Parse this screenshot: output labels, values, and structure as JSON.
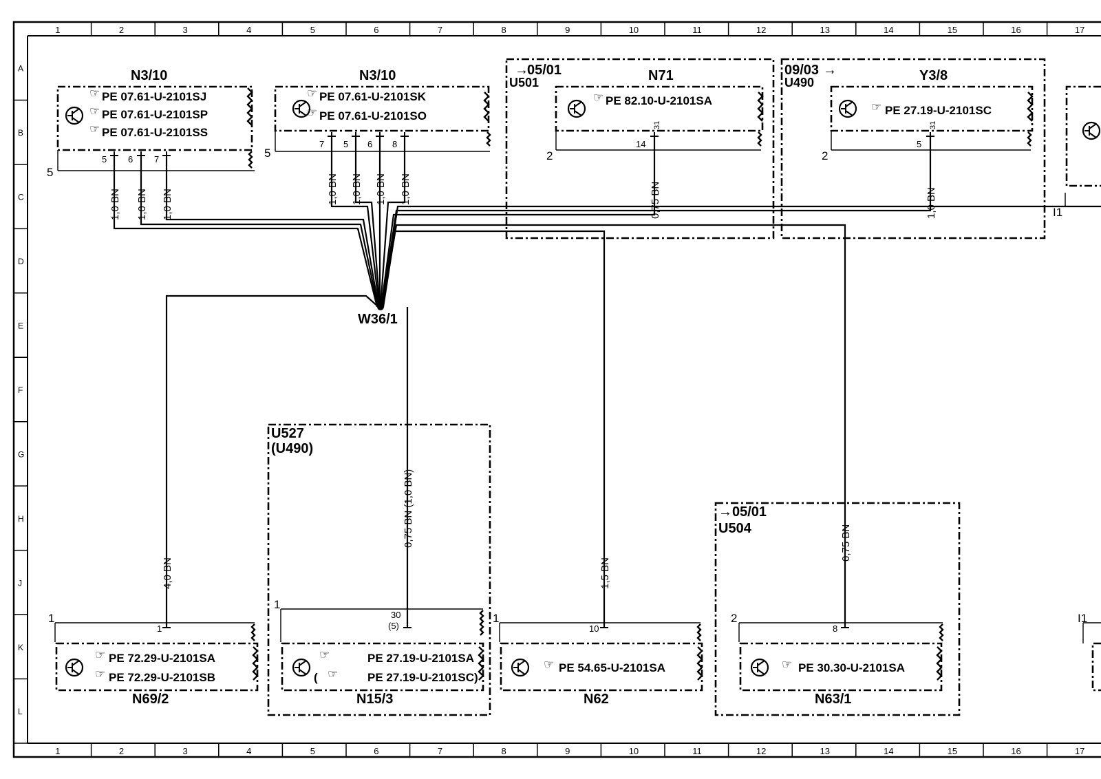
{
  "grid": {
    "cols": [
      "1",
      "2",
      "3",
      "4",
      "5",
      "6",
      "7",
      "8",
      "9",
      "10",
      "11",
      "12",
      "13",
      "14",
      "15",
      "16",
      "17"
    ],
    "rows": [
      "A",
      "B",
      "C",
      "D",
      "E",
      "F",
      "G",
      "H",
      "J",
      "K",
      "L"
    ]
  },
  "splice": "W36/1",
  "top_components": [
    {
      "name": "N3/10",
      "pe": [
        "PE  07.61-U-2101SJ",
        "PE  07.61-U-2101SP",
        "PE  07.61-U-2101SS"
      ],
      "ground": "5",
      "pins": [
        "5",
        "6",
        "7"
      ],
      "wires": [
        "1,0  BN",
        "1,0  BN",
        "1,0  BN"
      ]
    },
    {
      "name": "N3/10",
      "pe": [
        "PE  07.61-U-2101SK",
        "PE  07.61-U-2101SO"
      ],
      "ground": "5",
      "pins": [
        "7",
        "5",
        "6",
        "8"
      ],
      "wires": [
        "1,0  BN",
        "1,0  BN",
        "1,0  BN",
        "1,0  BN"
      ]
    },
    {
      "name": "N71",
      "ref": "05/01",
      "code": "U501",
      "pe": [
        "PE  82.10-U-2101SA"
      ],
      "ground": "2",
      "pin": "14",
      "pin_side": "31",
      "wire": "0,75  BN"
    },
    {
      "name": "Y3/8",
      "ref": "09/03",
      "code": "U490",
      "pe": [
        "PE  27.19-U-2101SC"
      ],
      "ground": "2",
      "pin": "5",
      "pin_side": "31",
      "wire": "1,0  BN"
    }
  ],
  "right_edge_label": "I1",
  "bottom_components": [
    {
      "name": "N69/2",
      "pe": [
        "PE  72.29-U-2101SA",
        "PE  72.29-U-2101SB"
      ],
      "ground": "1",
      "pin": "1",
      "wire": "4,0  BN"
    },
    {
      "name": "N15/3",
      "code": "U527",
      "code2": "(U490)",
      "pe": [
        "PE  27.19-U-2101SA",
        "PE  27.19-U-2101SC)"
      ],
      "pe_prefix2": "(",
      "ground": "1",
      "pin": "30",
      "pin2": "(5)",
      "wire": "0,75  BN  (1,0  BN)"
    },
    {
      "name": "N62",
      "pe": [
        "PE  54.65-U-2101SA"
      ],
      "ground": "1",
      "pin": "10",
      "wire": "1,5  BN"
    },
    {
      "name": "N63/1",
      "ref": "05/01",
      "code": "U504",
      "pe": [
        "PE  30.30-U-2101SA"
      ],
      "ground": "2",
      "pin": "8",
      "wire": "0,75  BN"
    }
  ]
}
